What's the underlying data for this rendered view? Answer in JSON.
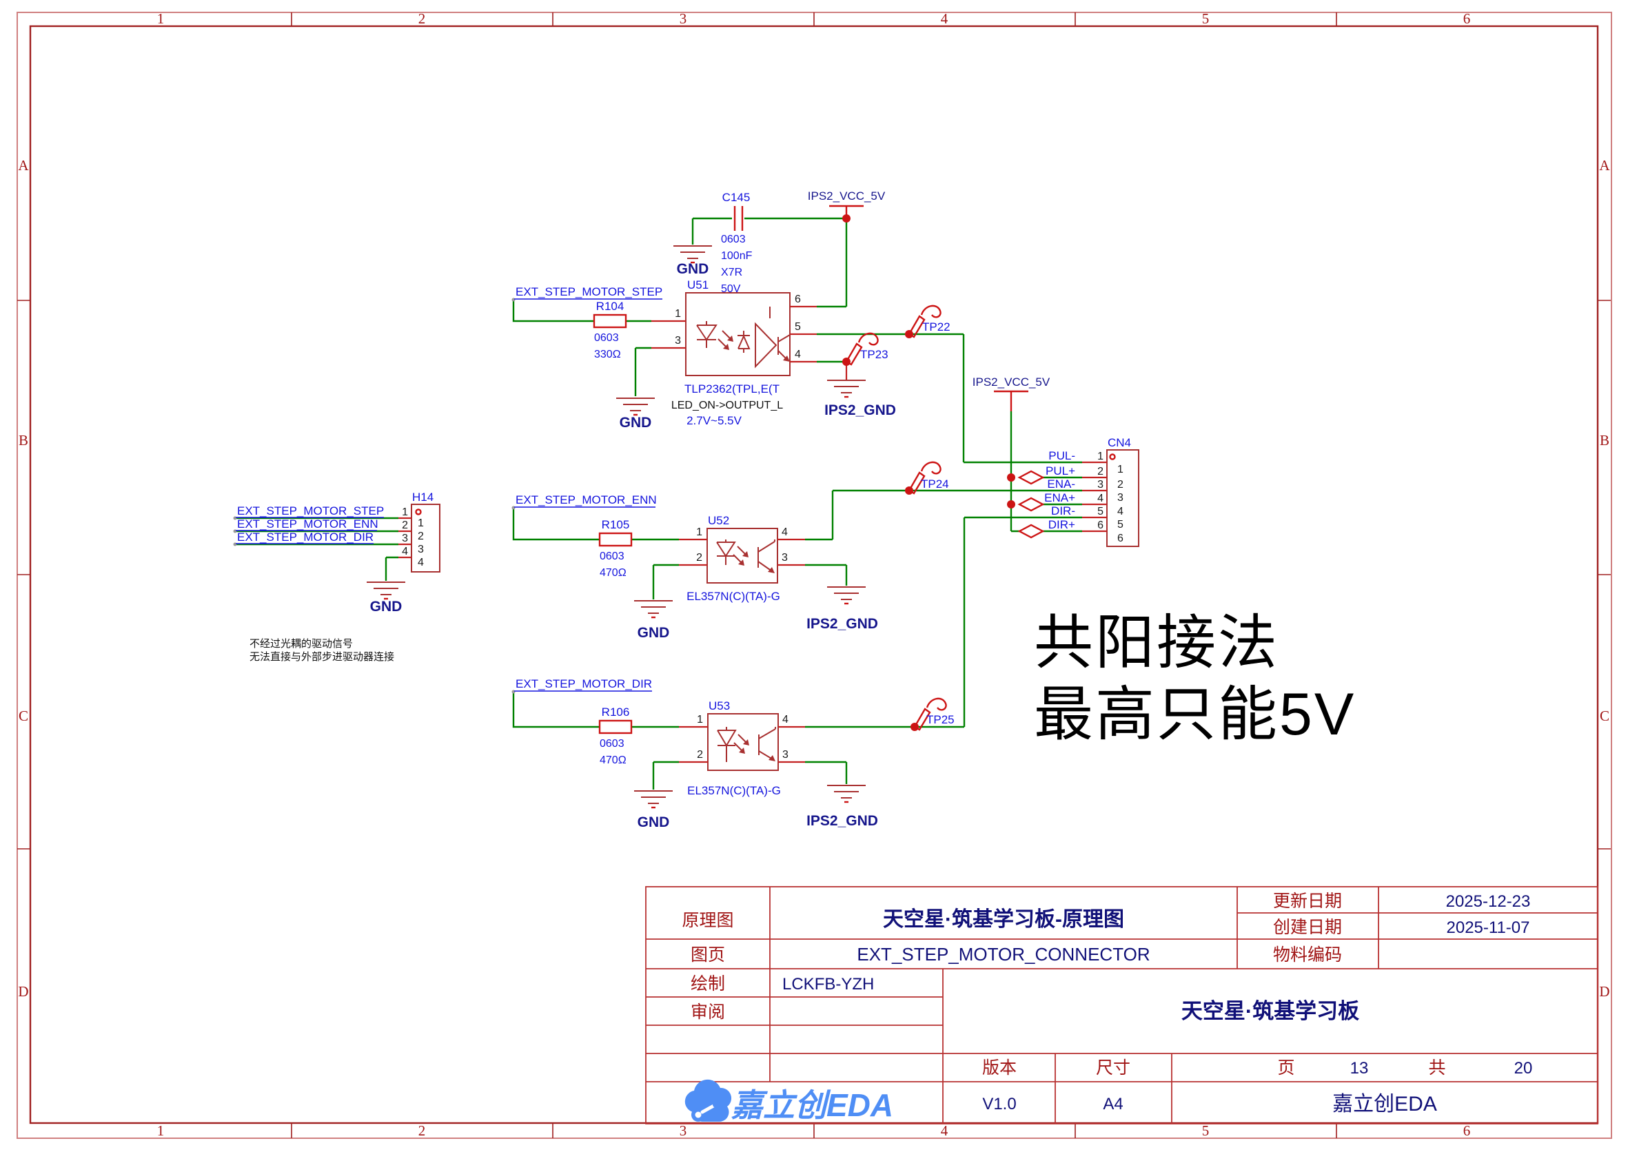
{
  "sheet": {
    "border_columns": [
      "1",
      "2",
      "3",
      "4",
      "5",
      "6"
    ],
    "border_rows": [
      "A",
      "B",
      "C",
      "D"
    ]
  },
  "power": {
    "vcc_label": "IPS2_VCC_5V",
    "gnd_label": "GND",
    "iso_gnd_label": "IPS2_GND"
  },
  "nets": {
    "step": "EXT_STEP_MOTOR_STEP",
    "enn": "EXT_STEP_MOTOR_ENN",
    "dir": "EXT_STEP_MOTOR_DIR"
  },
  "c145": {
    "ref": "C145",
    "values": [
      "0603",
      "100nF",
      "X7R",
      "50V"
    ]
  },
  "r104": {
    "ref": "R104",
    "package": "0603",
    "value": "330Ω"
  },
  "r105": {
    "ref": "R105",
    "package": "0603",
    "value": "470Ω"
  },
  "r106": {
    "ref": "R106",
    "package": "0603",
    "value": "470Ω"
  },
  "u51": {
    "ref": "U51",
    "part": "TLP2362(TPL,E(T",
    "desc": "LED_ON->OUTPUT_L",
    "range": "2.7V~5.5V",
    "pins": {
      "p1": "1",
      "p3": "3",
      "p6": "6",
      "p5": "5",
      "p4": "4"
    }
  },
  "u52": {
    "ref": "U52",
    "part": "EL357N(C)(TA)-G",
    "pins": {
      "p1": "1",
      "p2": "2",
      "p4": "4",
      "p3": "3"
    }
  },
  "u53": {
    "ref": "U53",
    "part": "EL357N(C)(TA)-G",
    "pins": {
      "p1": "1",
      "p2": "2",
      "p4": "4",
      "p3": "3"
    }
  },
  "h14": {
    "ref": "H14",
    "pins": [
      {
        "num": "1"
      },
      {
        "num": "2"
      },
      {
        "num": "3"
      },
      {
        "num": "4"
      }
    ]
  },
  "cn4": {
    "ref": "CN4",
    "pins": [
      {
        "num": "1",
        "name": "PUL-"
      },
      {
        "num": "2",
        "name": "PUL+"
      },
      {
        "num": "3",
        "name": "ENA-"
      },
      {
        "num": "4",
        "name": "ENA+"
      },
      {
        "num": "5",
        "name": "DIR-"
      },
      {
        "num": "6",
        "name": "DIR+"
      }
    ]
  },
  "testpoints": {
    "tp22": "TP22",
    "tp23": "TP23",
    "tp24": "TP24",
    "tp25": "TP25"
  },
  "notes": {
    "line1": "不经过光耦的驱动信号",
    "line2": "无法直接与外部步进驱动器连接",
    "big1": "共阳接法",
    "big2": "最高只能5V"
  },
  "title_block": {
    "schematic_label": "原理图",
    "schematic_value": "天空星·筑基学习板-原理图",
    "sheet_label": "图页",
    "sheet_value": "EXT_STEP_MOTOR_CONNECTOR",
    "drawn_label": "绘制",
    "drawn_value": "LCKFB-YZH",
    "review_label": "审阅",
    "review_value": "",
    "updated_label": "更新日期",
    "updated_value": "2025-12-23",
    "created_label": "创建日期",
    "created_value": "2025-11-07",
    "material_label": "物料编码",
    "material_value": "",
    "board_name": "天空星·筑基学习板",
    "version_label": "版本",
    "version_value": "V1.0",
    "size_label": "尺寸",
    "size_value": "A4",
    "page_label": "页",
    "page_value": "13",
    "total_label": "共",
    "total_value": "20",
    "vendor": "嘉立创EDA",
    "logo_text": "嘉立创EDA"
  }
}
